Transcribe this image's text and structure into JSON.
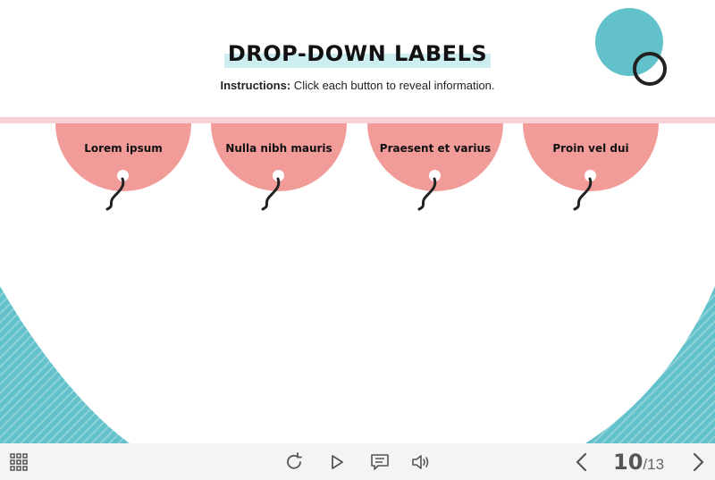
{
  "header": {
    "title": "DROP-DOWN LABELS",
    "instructions_label": "Instructions:",
    "instructions_text": " Click each button to reveal information."
  },
  "labels": [
    {
      "text": "Lorem ipsum"
    },
    {
      "text": "Nulla nibh mauris"
    },
    {
      "text": "Praesent et varius"
    },
    {
      "text": "Proin vel dui"
    }
  ],
  "colors": {
    "accent": "#62c1ca",
    "label_fill": "#f29c9a",
    "rail": "#f9d0d5",
    "ring": "#222222"
  },
  "toolbar": {
    "menu_icon": "grid-menu-icon",
    "replay_icon": "replay-icon",
    "play_icon": "play-icon",
    "notes_icon": "notes-icon",
    "volume_icon": "volume-icon",
    "prev_icon": "chevron-left-icon",
    "next_icon": "chevron-right-icon"
  },
  "pager": {
    "current": "10",
    "separator": "/",
    "total": "13"
  }
}
